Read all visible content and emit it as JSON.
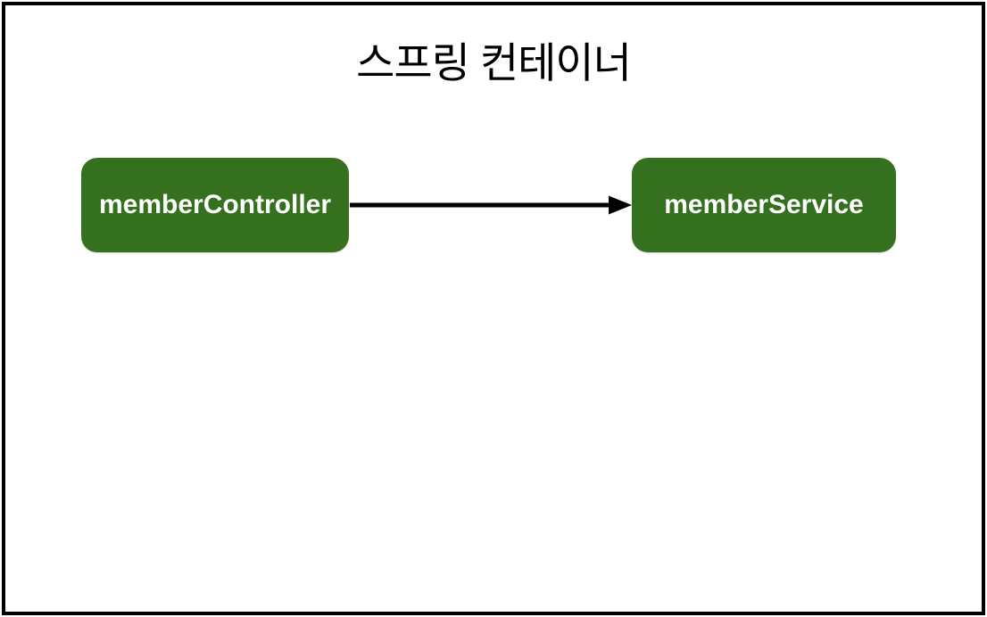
{
  "diagram": {
    "title": "스프링 컨테이너",
    "nodes": [
      {
        "id": "memberController",
        "label": "memberController"
      },
      {
        "id": "memberService",
        "label": "memberService"
      }
    ],
    "edges": [
      {
        "from": "memberController",
        "to": "memberService",
        "style": "solid",
        "arrowhead": "filled-triangle"
      }
    ],
    "colors": {
      "background": "#ffffff",
      "frame_border": "#000000",
      "title_text": "#000000",
      "node_fill": "#35701f",
      "node_text": "#ffffff",
      "arrow": "#000000"
    }
  }
}
